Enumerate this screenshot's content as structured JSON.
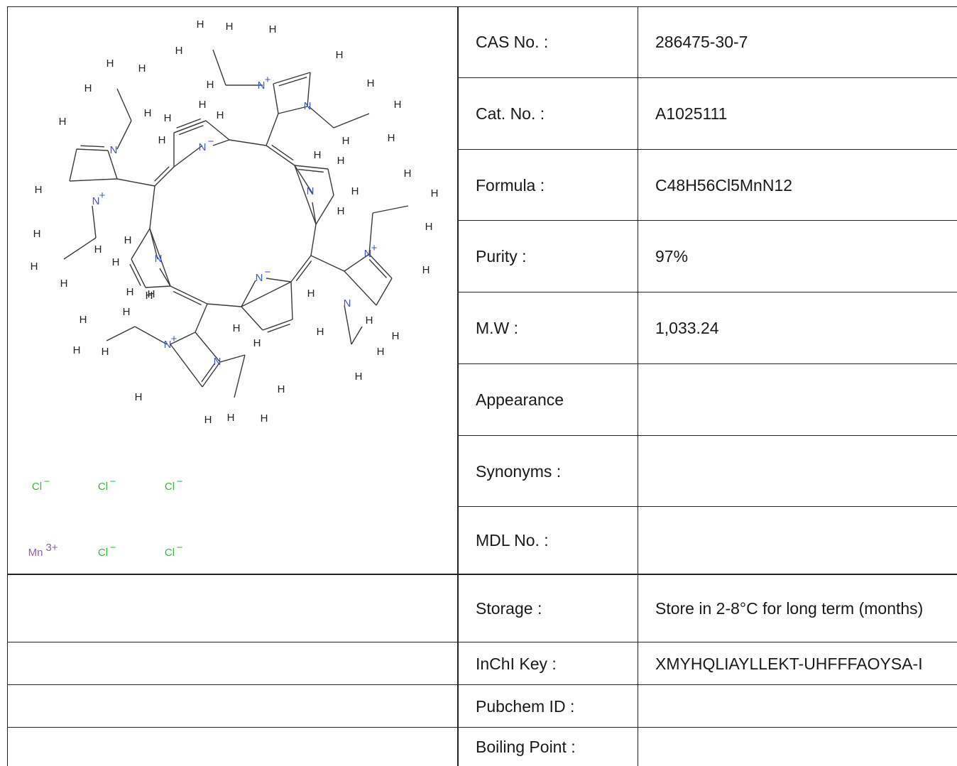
{
  "properties": [
    {
      "label": "CAS No. :",
      "value": "286475-30-7"
    },
    {
      "label": "Cat. No. :",
      "value": "A1025111"
    },
    {
      "label": "Formula :",
      "value": "C48H56Cl5MnN12"
    },
    {
      "label": "Purity :",
      "value": "97%"
    },
    {
      "label": "M.W :",
      "value": "1,033.24"
    },
    {
      "label": "Appearance",
      "value": ""
    },
    {
      "label": "Synonyms :",
      "value": ""
    },
    {
      "label": "MDL No. :",
      "value": ""
    },
    {
      "label": "Storage :",
      "value": "Store in 2-8°C for long term (months)"
    },
    {
      "label": "InChI Key :",
      "value": "XMYHQLIAYLLEKT-UHFFFAOYSA-I"
    },
    {
      "label": "Pubchem ID :",
      "value": ""
    },
    {
      "label": "Boiling Point :",
      "value": ""
    }
  ],
  "structure": {
    "ring_atoms": {
      "n_anion": "N",
      "n_neutral": "N",
      "n_cation": "N",
      "charge_minus": "−",
      "charge_plus": "+",
      "h": "H"
    },
    "counter_ions": {
      "chloride": "Cl",
      "chloride_charge": "−",
      "manganese": "Mn",
      "manganese_charge": "3+"
    },
    "colors": {
      "bond": "#3a3a3a",
      "nitrogen": "#3d57d8",
      "chlorine": "#2fbf2f",
      "manganese": "#8a5cb8"
    }
  }
}
